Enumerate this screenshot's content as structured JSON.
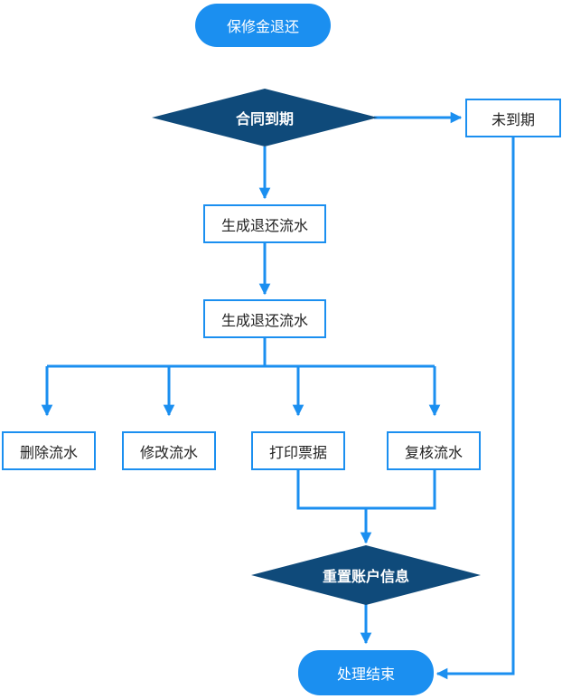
{
  "colors": {
    "primary": "#1b8ff0",
    "diamond": "#0f4a7a",
    "line": "#1b8ff0",
    "box_text": "#222222"
  },
  "nodes": {
    "start": "保修金退还",
    "decision_contract": "合同到期",
    "not_due": "未到期",
    "generate_flow_1": "生成退还流水",
    "generate_flow_2": "生成退还流水",
    "delete_flow": "删除流水",
    "modify_flow": "修改流水",
    "print_receipt": "打印票据",
    "review_flow": "复核流水",
    "reset_account": "重置账户信息",
    "end": "处理结束"
  }
}
